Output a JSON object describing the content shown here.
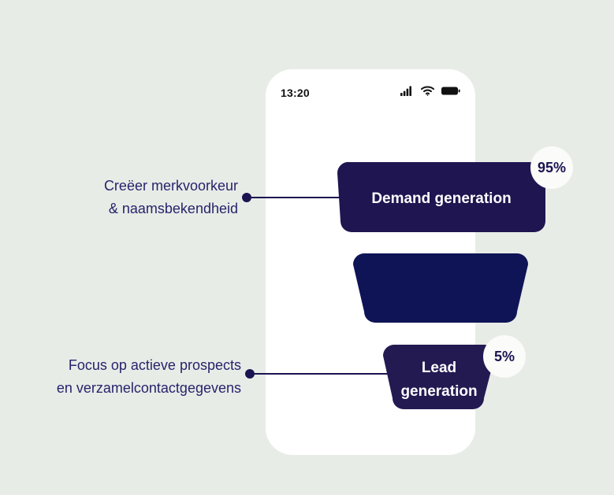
{
  "page": {
    "background_color": "#e8ece7",
    "accent_navy": "#1b1450",
    "accent_navy_deep": "#0e1455",
    "text_color": "#26246b"
  },
  "phone": {
    "status_bar": {
      "time": "13:20",
      "icons": [
        "signal-icon",
        "wifi-icon",
        "battery-icon"
      ]
    }
  },
  "funnel": {
    "segments": [
      {
        "id": "demand-generation",
        "label": "Demand generation",
        "label_lines": [
          "Demand generation"
        ],
        "percent": "95%",
        "color": "#1f1550"
      },
      {
        "id": "middle-unlabeled",
        "label": "",
        "label_lines": [],
        "percent": "",
        "color": "#0e1455"
      },
      {
        "id": "lead-generation",
        "label": "Lead generation",
        "label_lines": [
          "Lead",
          "generation"
        ],
        "percent": "5%",
        "color": "#241a52"
      }
    ]
  },
  "annotations": [
    {
      "id": "annotation-demand",
      "lines": [
        "Creëer merkvoorkeur",
        "& naamsbekendheid"
      ],
      "line1": "Creëer merkvoorkeur",
      "line2": "& naamsbekendheid",
      "target": "demand-generation"
    },
    {
      "id": "annotation-lead",
      "lines": [
        "Focus op actieve prospects",
        "en verzamelcontactgegevens"
      ],
      "line1": "Focus op actieve prospects",
      "line2": "en verzamelcontactgegevens",
      "target": "lead-generation"
    }
  ]
}
